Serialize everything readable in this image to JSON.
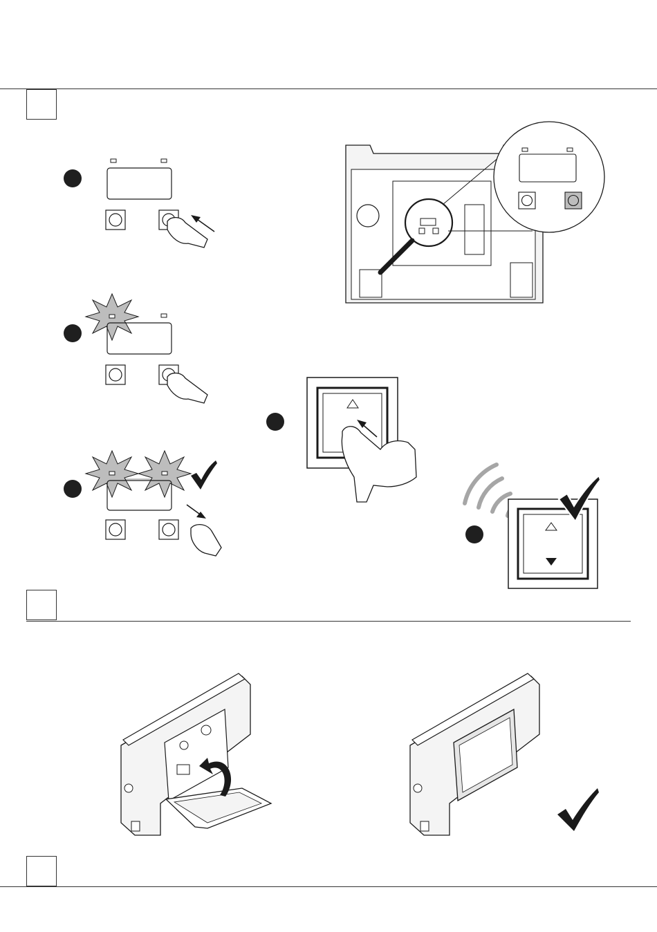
{
  "sections": [
    {
      "id": "section-1",
      "number": ""
    },
    {
      "id": "section-2",
      "number": ""
    },
    {
      "id": "section-3",
      "number": ""
    }
  ],
  "steps": [
    {
      "id": "step-1",
      "label": ""
    },
    {
      "id": "step-2",
      "label": ""
    },
    {
      "id": "step-3",
      "label": ""
    },
    {
      "id": "step-4",
      "label": ""
    },
    {
      "id": "step-5",
      "label": ""
    }
  ],
  "icons": {
    "led": "led-indicator-icon",
    "button": "push-button-icon",
    "finger": "finger-press-icon",
    "arrow": "arrow-icon",
    "starburst": "flash-starburst-icon",
    "check": "checkmark-icon",
    "magnifier": "magnifier-icon",
    "wall_switch": "wall-switch-icon",
    "radio_waves": "radio-signal-icon"
  },
  "colors": {
    "line": "#1a1a1a",
    "flash_fill": "#bdbdbd",
    "wave": "#a6a6a6",
    "device_fill": "#f4f4f4"
  }
}
